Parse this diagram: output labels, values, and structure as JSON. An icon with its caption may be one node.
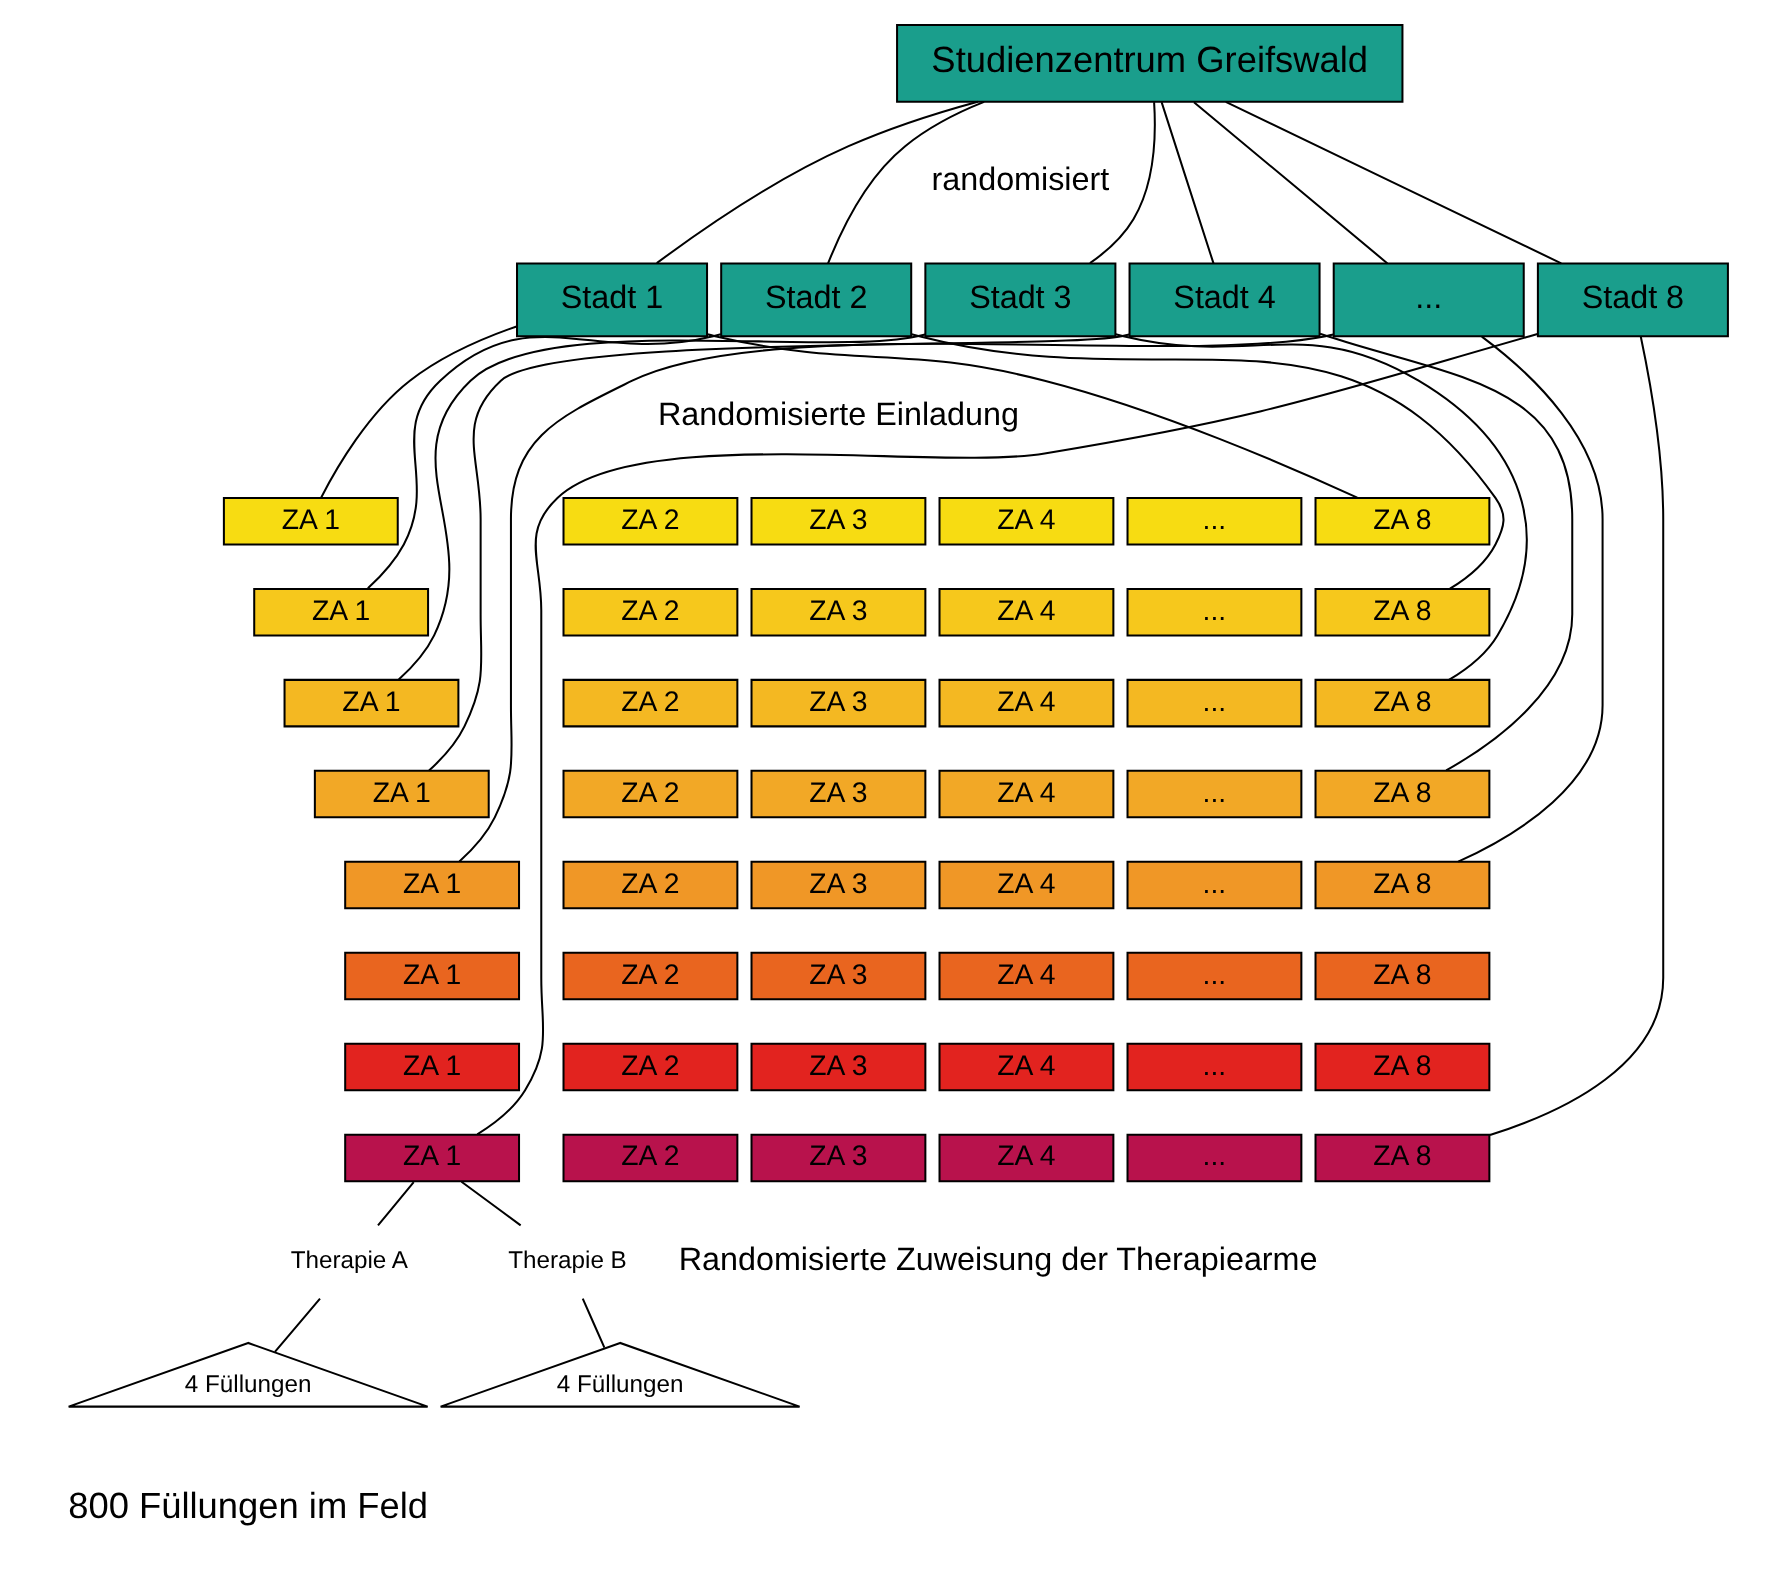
{
  "diagram": {
    "nodes": [
      {
        "text": [
          "Studienzentrum Greifswald"
        ]
      },
      {
        "text": [
          "Stadt 1"
        ]
      },
      {
        "text": [
          "Stadt 2"
        ]
      },
      {
        "text": [
          "Stadt 3"
        ]
      },
      {
        "text": [
          "Stadt 4"
        ]
      },
      {
        "text": [
          "..."
        ]
      },
      {
        "text": [
          "Stadt 8"
        ]
      },
      {
        "text": [
          "ZA 1"
        ]
      },
      {
        "text": [
          "ZA 2"
        ]
      },
      {
        "text": [
          "ZA 3"
        ]
      },
      {
        "text": [
          "ZA 4"
        ]
      },
      {
        "text": [
          "..."
        ]
      },
      {
        "text": [
          "ZA 8"
        ]
      },
      {
        "text": [
          "ZA 1"
        ]
      },
      {
        "text": [
          "ZA 2"
        ]
      },
      {
        "text": [
          "ZA 3"
        ]
      },
      {
        "text": [
          "ZA 4"
        ]
      },
      {
        "text": [
          "..."
        ]
      },
      {
        "text": [
          "ZA 8"
        ]
      },
      {
        "text": [
          "ZA 1"
        ]
      },
      {
        "text": [
          "ZA 2"
        ]
      },
      {
        "text": [
          "ZA 3"
        ]
      },
      {
        "text": [
          "ZA 4"
        ]
      },
      {
        "text": [
          "..."
        ]
      },
      {
        "text": [
          "ZA 8"
        ]
      },
      {
        "text": [
          "ZA 1"
        ]
      },
      {
        "text": [
          "ZA 2"
        ]
      },
      {
        "text": [
          "ZA 3"
        ]
      },
      {
        "text": [
          "ZA 4"
        ]
      },
      {
        "text": [
          "..."
        ]
      },
      {
        "text": [
          "ZA 8"
        ]
      },
      {
        "text": [
          "ZA 1"
        ]
      },
      {
        "text": [
          "ZA 2"
        ]
      },
      {
        "text": [
          "ZA 3"
        ]
      },
      {
        "text": [
          "ZA 4"
        ]
      },
      {
        "text": [
          "..."
        ]
      },
      {
        "text": [
          "ZA 8"
        ]
      },
      {
        "text": [
          "ZA 1"
        ]
      },
      {
        "text": [
          "ZA 2"
        ]
      },
      {
        "text": [
          "ZA 3"
        ]
      },
      {
        "text": [
          "ZA 4"
        ]
      },
      {
        "text": [
          "..."
        ]
      },
      {
        "text": [
          "ZA 8"
        ]
      },
      {
        "text": [
          "ZA 1"
        ]
      },
      {
        "text": [
          "ZA 2"
        ]
      },
      {
        "text": [
          "ZA 3"
        ]
      },
      {
        "text": [
          "ZA 4"
        ]
      },
      {
        "text": [
          "..."
        ]
      },
      {
        "text": [
          "ZA 8"
        ]
      },
      {
        "text": [
          "ZA 1"
        ]
      },
      {
        "text": [
          "ZA 2"
        ]
      },
      {
        "text": [
          "ZA 3"
        ]
      },
      {
        "text": [
          "ZA 4"
        ]
      },
      {
        "text": [
          "..."
        ]
      },
      {
        "text": [
          "ZA 8"
        ]
      },
      {
        "text": [
          "Therapie A"
        ]
      },
      {
        "text": [
          "Therapie B"
        ]
      },
      {
        "text": [
          "4 Füllungen"
        ]
      },
      {
        "text": [
          "4 Füllungen"
        ]
      }
    ],
    "edges": [
      {
        "from": 0,
        "to": 1,
        "arrow": "none"
      },
      {
        "from": 0,
        "to": 2,
        "arrow": "none"
      },
      {
        "from": 0,
        "to": 3,
        "arrow": "none"
      },
      {
        "from": 0,
        "to": 4,
        "arrow": "none"
      },
      {
        "from": 0,
        "to": 5,
        "arrow": "none"
      },
      {
        "from": 0,
        "to": 6,
        "arrow": "none"
      },
      {
        "from": 1,
        "to": 7,
        "arrow": "none"
      },
      {
        "from": 1,
        "to": 12,
        "arrow": "none"
      },
      {
        "from": 2,
        "to": 13,
        "arrow": "none"
      },
      {
        "from": 2,
        "to": 18,
        "arrow": "none"
      },
      {
        "from": 3,
        "to": 19,
        "arrow": "none"
      },
      {
        "from": 3,
        "to": 24,
        "arrow": "none"
      },
      {
        "from": 4,
        "to": 25,
        "arrow": "none"
      },
      {
        "from": 4,
        "to": 30,
        "arrow": "none"
      },
      {
        "from": 5,
        "to": 31,
        "arrow": "none"
      },
      {
        "from": 5,
        "to": 36,
        "arrow": "none"
      },
      {
        "from": 6,
        "to": 49,
        "arrow": "none"
      },
      {
        "from": 6,
        "to": 54,
        "arrow": "none"
      },
      {
        "from": 49,
        "to": 55,
        "arrow": "none"
      },
      {
        "from": 49,
        "to": 56,
        "arrow": "none"
      },
      {
        "from": 55,
        "to": 57,
        "arrow": "none"
      },
      {
        "from": 56,
        "to": 58,
        "arrow": "none"
      }
    ],
    "labels": [
      "randomisiert",
      "Randomisierte Einladung",
      "Randomisierte Zuweisung der Therapiearme",
      "800 Füllungen im Feld"
    ]
  }
}
